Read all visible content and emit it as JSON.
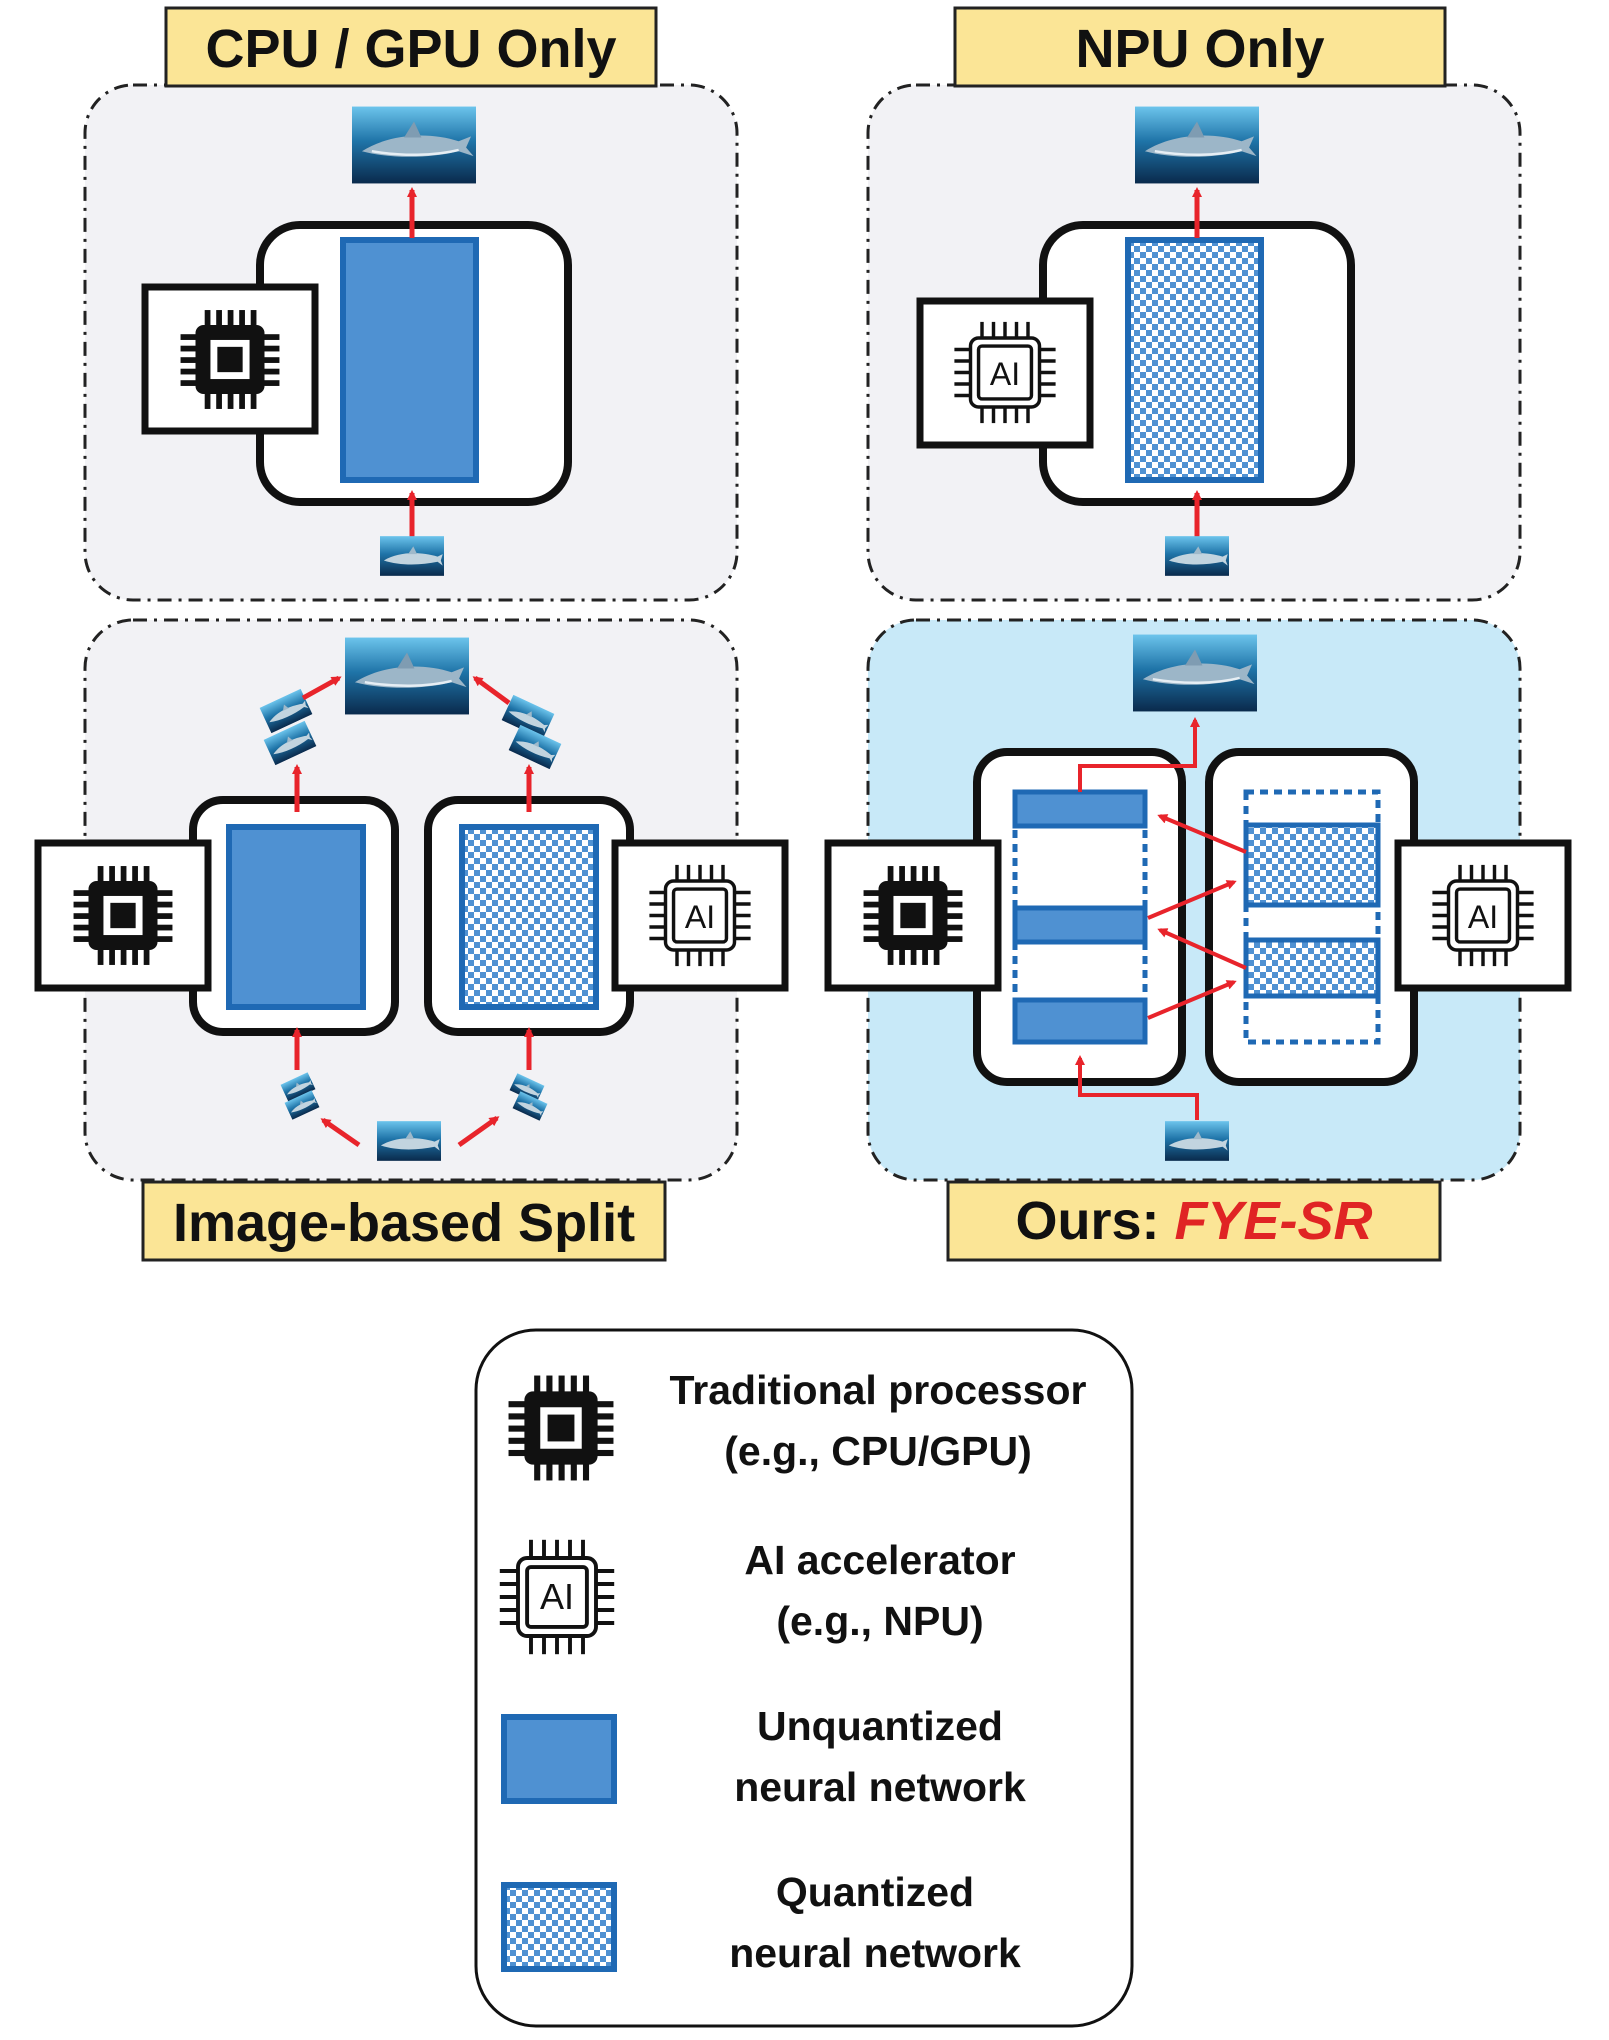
{
  "panels": {
    "cpu_gpu_only": {
      "title": "CPU / GPU Only"
    },
    "npu_only": {
      "title": "NPU Only"
    },
    "image_split": {
      "title": "Image-based Split"
    },
    "ours": {
      "title_prefix": "Ours:",
      "title_method": "FYE-SR"
    }
  },
  "legend": {
    "traditional": {
      "line1": "Traditional processor",
      "line2": "(e.g., CPU/GPU)",
      "icon": "cpu-chip-icon"
    },
    "accelerator": {
      "line1": "AI accelerator",
      "line2": "(e.g., NPU)",
      "icon": "ai-chip-icon",
      "chip_text": "AI"
    },
    "unquantized": {
      "line1": "Unquantized",
      "line2": "neural network"
    },
    "quantized": {
      "line1": "Quantized",
      "line2": "neural network"
    }
  },
  "colors": {
    "title_fill": "#fbe596",
    "panel_fill": "#f2f2f5",
    "ours_fill": "#c8e9f8",
    "network_blue": "#4f91d2",
    "network_border": "#1f69b4",
    "arrow_red": "#e8242b",
    "method_red": "#e02424",
    "ink": "#111111"
  }
}
